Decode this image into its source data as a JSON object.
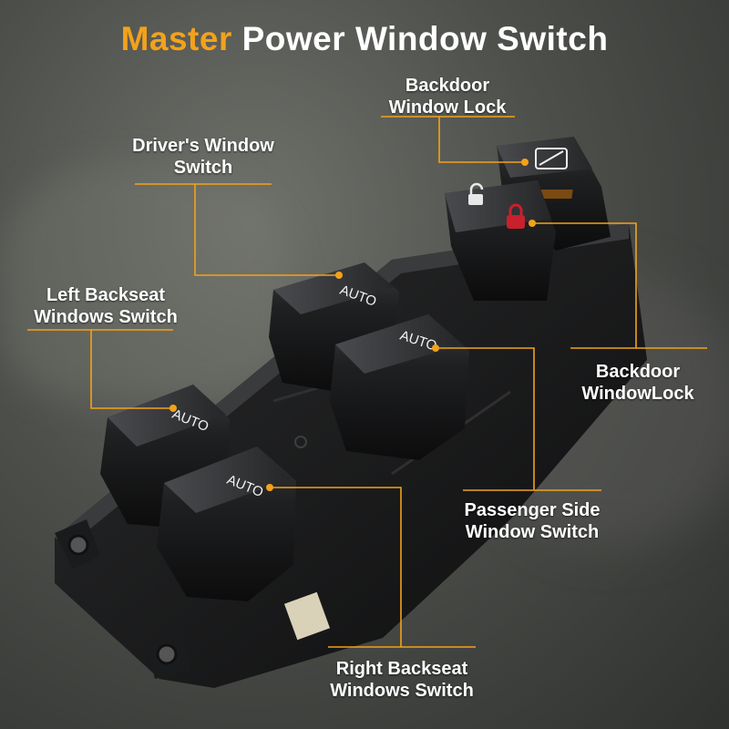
{
  "title": {
    "accent": "Master",
    "rest": "Power Window Switch"
  },
  "callouts": {
    "backdoor_lock_top": {
      "line1": "Backdoor",
      "line2": "Window Lock"
    },
    "drivers_window": {
      "line1": "Driver's Window",
      "line2": "Switch"
    },
    "left_backseat": {
      "line1": "Left Backseat",
      "line2": "Windows Switch"
    },
    "backdoor_lock_right": {
      "line1": "Backdoor",
      "line2": "WindowLock"
    },
    "passenger_side": {
      "line1": "Passenger Side",
      "line2": "Window Switch"
    },
    "right_backseat": {
      "line1": "Right Backseat",
      "line2": "Windows Switch"
    }
  },
  "switch_labels": {
    "auto": "AUTO"
  },
  "colors": {
    "accent": "#f2a21b",
    "callout_line": "#f2a21b",
    "lock_red": "#c8202c"
  }
}
